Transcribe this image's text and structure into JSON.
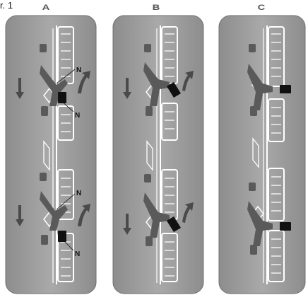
{
  "figure_label": "r. 1",
  "panels": [
    {
      "letter": "A",
      "callouts": [
        "N",
        "N",
        "N",
        "N"
      ]
    },
    {
      "letter": "B",
      "callouts": []
    },
    {
      "letter": "C",
      "callouts": []
    }
  ],
  "colors": {
    "panel_bg": "#9b9b9b",
    "panel_border": "#6f6f6f",
    "frame": "#ffffff",
    "arm": "#5a5a5a",
    "block": "#111111",
    "arrow": "#4a4a4a"
  }
}
